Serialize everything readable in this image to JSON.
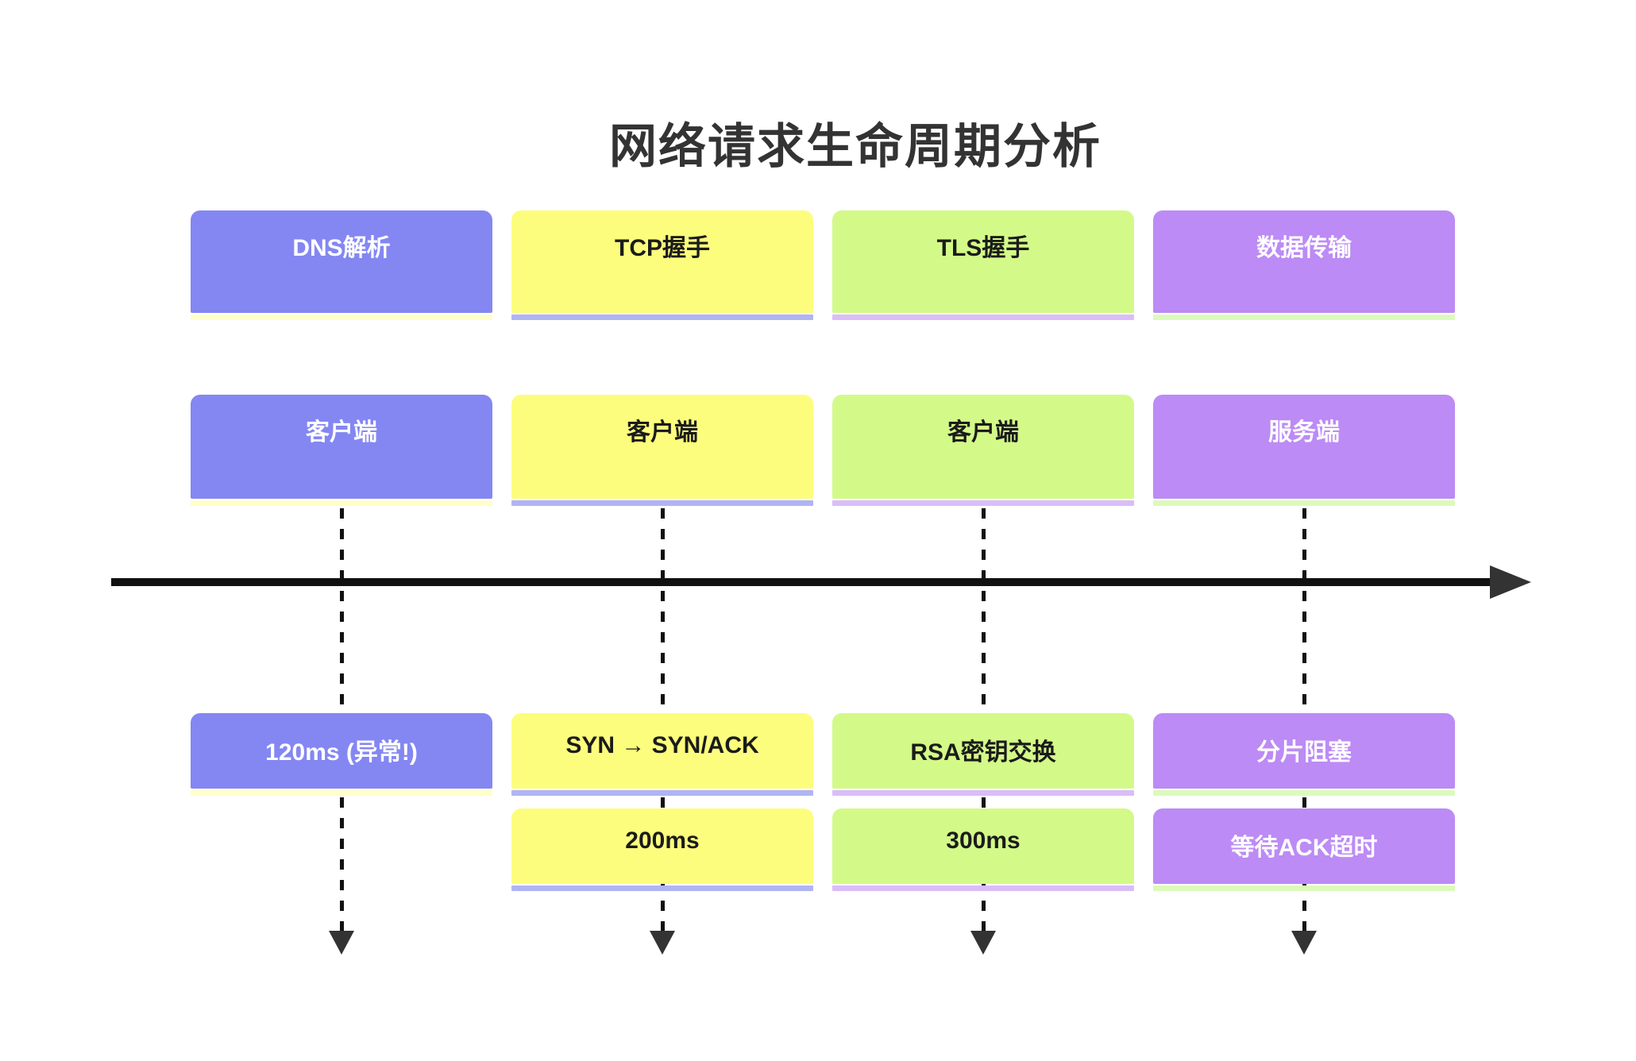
{
  "title": "网络请求生命周期分析",
  "colors": {
    "background": "#ffffff",
    "title_text": "#333333",
    "axis_line": "#111111",
    "arrowhead": "#333333",
    "section_blue": "#8487f2",
    "section_yellow": "#fdfd7d",
    "section_green": "#d3fa88",
    "section_purple": "#bc8bf5",
    "shadow_under_blue": "#ffffc9",
    "shadow_under_yellow": "#b0b4f3",
    "shadow_under_green": "#dabdf8",
    "shadow_under_purple": "#dcfabb"
  },
  "columns": [
    {
      "stage": "DNS解析",
      "actor": "客户端",
      "events": [
        "120ms (异常!)"
      ],
      "theme": "blue",
      "body_color": "#8487f2",
      "text_color": "#ffffff",
      "shadow_color": "#ffffc9"
    },
    {
      "stage": "TCP握手",
      "actor": "客户端",
      "events": [
        "SYN → SYN/ACK",
        "200ms"
      ],
      "theme": "yellow",
      "body_color": "#fdfd7d",
      "text_color": "#1b1b1b",
      "shadow_color": "#b0b4f3"
    },
    {
      "stage": "TLS握手",
      "actor": "客户端",
      "events": [
        "RSA密钥交换",
        "300ms"
      ],
      "theme": "green",
      "body_color": "#d3fa88",
      "text_color": "#1b1b1b",
      "shadow_color": "#dabdf8"
    },
    {
      "stage": "数据传输",
      "actor": "服务端",
      "events": [
        "分片阻塞",
        "等待ACK超时"
      ],
      "theme": "purple",
      "body_color": "#bc8bf5",
      "text_color": "#ffffff",
      "shadow_color": "#dcfabb"
    }
  ]
}
